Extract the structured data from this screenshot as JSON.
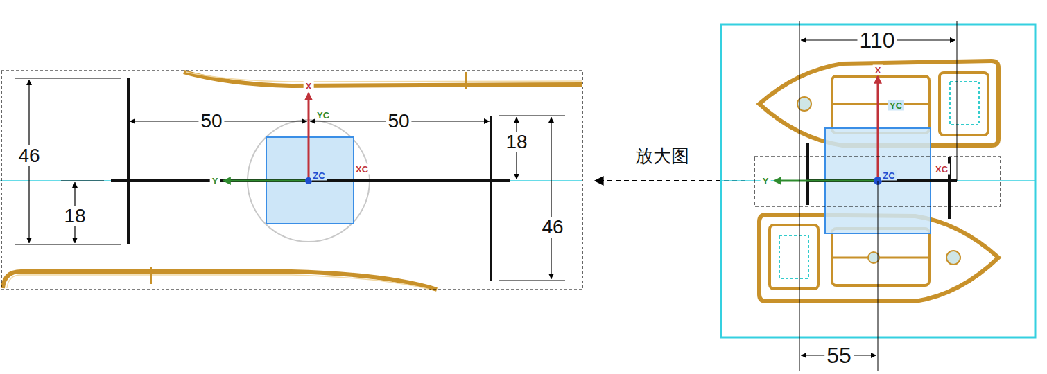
{
  "diagram": {
    "labels": [
      "46",
      "18",
      "50",
      "X",
      "YC",
      "50",
      "18",
      "Y",
      "ZC",
      "XC",
      "46",
      "放大图",
      "110",
      "X",
      "YC",
      "Y",
      "ZC",
      "XC",
      "55"
    ]
  }
}
